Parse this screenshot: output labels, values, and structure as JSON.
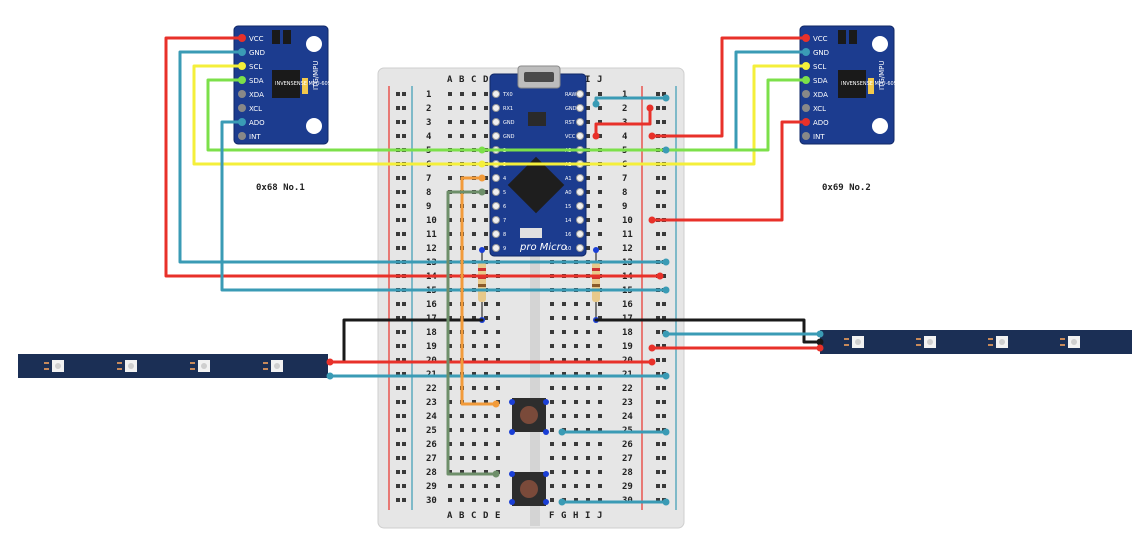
{
  "sensor_left": {
    "label": "0x68 No.1",
    "pins": [
      "VCC",
      "GND",
      "SCL",
      "SDA",
      "XDA",
      "XCL",
      "ADO",
      "INT"
    ],
    "chip_text": "INVENSENSE MPU-6050",
    "brand": "ITG/MPU"
  },
  "sensor_right": {
    "label": "0x69 No.2",
    "pins": [
      "VCC",
      "GND",
      "SCL",
      "SDA",
      "XDA",
      "XCL",
      "ADO",
      "INT"
    ],
    "chip_text": "INVENSENSE MPU-6050",
    "brand": "ITG/MPU"
  },
  "breadboard": {
    "cols_left": [
      "A",
      "B",
      "C",
      "D",
      "E"
    ],
    "cols_right": [
      "F",
      "G",
      "H",
      "I",
      "J"
    ],
    "rows": 30
  },
  "microcontroller": {
    "name": "pro Micro",
    "pins_left": [
      "TX0",
      "RX1",
      "GND",
      "GND",
      "2",
      "3",
      "4",
      "5",
      "6",
      "7",
      "8",
      "9"
    ],
    "pins_right": [
      "RAW",
      "GND",
      "RST",
      "VCC",
      "A3",
      "A2",
      "A1",
      "A0",
      "15",
      "14",
      "16",
      "10"
    ]
  },
  "resistors": {
    "count": 2
  },
  "buttons": {
    "count": 2
  },
  "led_strips": {
    "count": 2
  },
  "colors": {
    "power": "#e8312a",
    "ground": "#3a9bb5",
    "scl": "#f4ef3a",
    "sda": "#7ce04a",
    "signal_orange": "#f29b3a",
    "signal_green": "#6e8f6a",
    "data_black": "#1a1a1a",
    "pcb_blue": "#1c3c8f",
    "strip": "#1b2f55"
  }
}
